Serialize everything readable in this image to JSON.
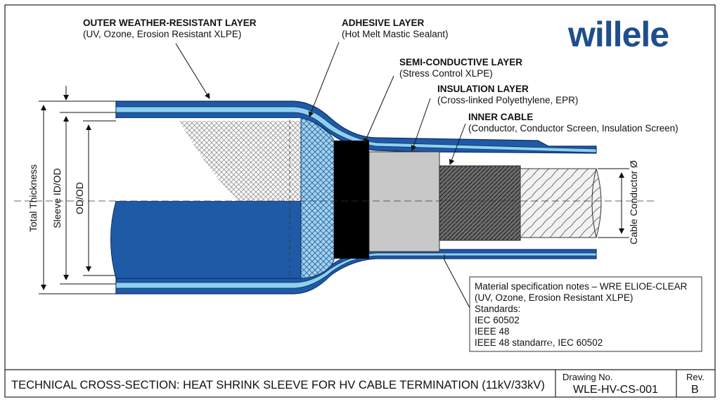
{
  "brand": {
    "logo_text": "willele",
    "color": "#1f4e8c"
  },
  "colors": {
    "outer_jacket": "#1f5aa6",
    "outer_jacket_dark": "#0d2f66",
    "light_band": "#8fd0f0",
    "semi_conductive": "#000000",
    "insulation": "#c8c8c8",
    "inner_screen": "#6d6d6d"
  },
  "labels": {
    "outer": {
      "title": "OUTER WEATHER-RESISTANT LAYER",
      "sub": "(UV, Ozone, Erosion Resistant XLPE)"
    },
    "adhesive": {
      "title": "ADHESIVE LAYER",
      "sub": "(Hot Melt Mastic Sealant)"
    },
    "semi": {
      "title": "SEMI-CONDUCTIVE LAYER",
      "sub": "(Stress Control XLPE)"
    },
    "insulation": {
      "title": "INSULATION LAYER",
      "sub": "(Cross-linked Polyethylene, EPR)"
    },
    "inner": {
      "title": "INNER CABLE",
      "sub": "(Conductor, Conductor Screen, Insulation Screen)"
    }
  },
  "dimensions": {
    "total_thickness": "Total Thickness",
    "sleeve_id_od": "Sleeve ID/OD",
    "od": "OD/OD",
    "cable_conductor": "Cable Conductor Ø"
  },
  "notes": {
    "lines": [
      "Material specification notes – WRE ELIOE-CLEAR",
      "(UV, Ozone, Erosion Resistant XLPE)",
      "Standards:",
      "IEC 60502",
      "IEEE 48",
      "IEEE 48 standarr℮, IEC 60502"
    ]
  },
  "title_block": {
    "title": "TECHNICAL CROSS-SECTION: HEAT SHRINK SLEEVE FOR HV CABLE TERMINATION (11kV/33kV)",
    "drawing_no_label": "Drawing No.",
    "drawing_no": "WLE-HV-CS-001",
    "rev_label": "Rev.",
    "rev": "B"
  }
}
